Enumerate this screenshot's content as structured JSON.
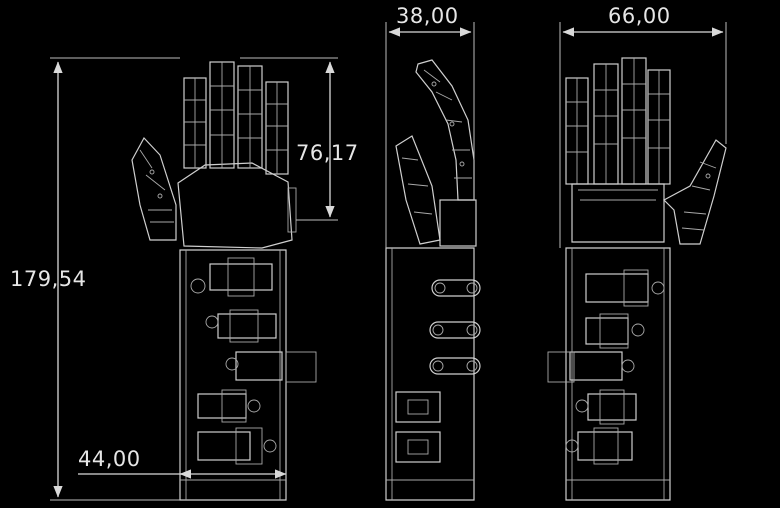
{
  "dimensions": {
    "height_total": "179,54",
    "palm_finger_length": "76,17",
    "front_width": "44,00",
    "side_depth": "38,00",
    "back_width": "66,00"
  },
  "colors": {
    "background": "#000000",
    "linework": "#cfcfcf",
    "dimension": "#d9d9d9"
  },
  "views": [
    "front-view",
    "side-view",
    "back-view"
  ]
}
